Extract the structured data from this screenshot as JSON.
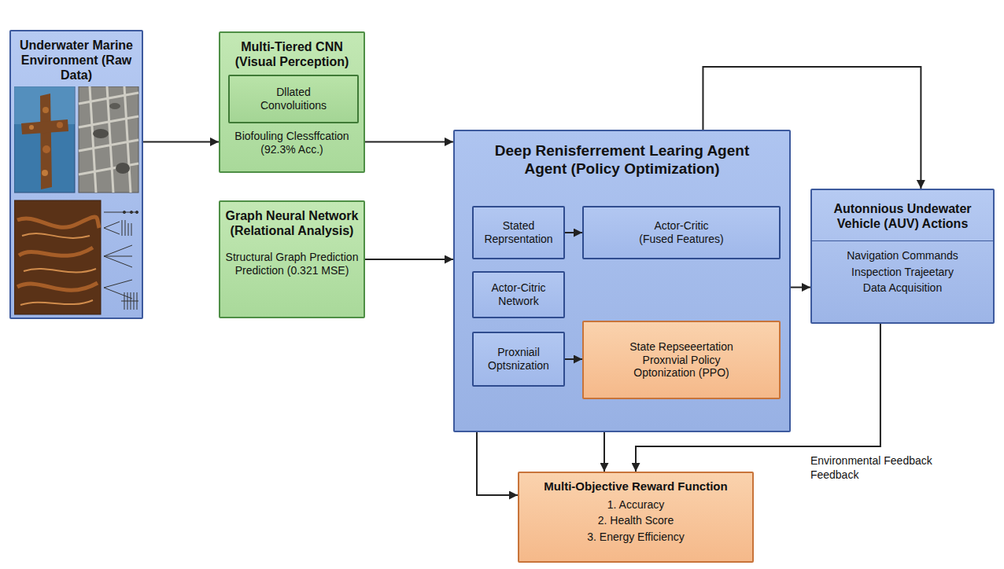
{
  "diagram": {
    "nodes": [
      {
        "text": [
          "Underwater Marine Environment (Raw Data)"
        ]
      },
      {
        "text": [
          "Multi-Tiered CNN (Visual Perception)",
          "Biofouling Clessffcation (92.3% Acc.)"
        ]
      },
      {
        "text": [
          "Dllated Convoluitions"
        ],
        "in": 1
      },
      {
        "text": [
          "Graph Neural Network (Relational Analysis)",
          "Structural Graph Prediction Prediction (0.321 MSE)"
        ]
      },
      {
        "text": [
          "Deep Renisferrement Learing Agent Agent (Policy Optimization)"
        ]
      },
      {
        "text": [
          "Stated Reprsentation"
        ],
        "in": 4
      },
      {
        "text": [
          "Actor-Citric Network"
        ],
        "in": 4
      },
      {
        "text": [
          "Proxniail Optsnization"
        ],
        "in": 4
      },
      {
        "text": [
          "Actor-Critic (Fused Features)"
        ],
        "in": 4
      },
      {
        "text": [
          "State Repseeertation Proxnvial Policy Optonization (PPO)"
        ],
        "in": 4
      },
      {
        "text": [
          "Autonnious Undewater Vehicle (AUV) Actions",
          "Navigation Commands",
          "Inspection Trajeetary",
          "Data Acquisition"
        ]
      },
      {
        "text": [
          "Multi-Objective Reward Function",
          "1. Accuracy",
          "2. Health Score",
          "3. Energy Efficiency"
        ]
      }
    ],
    "edges": [
      {
        "from": 0,
        "to": 1,
        "arrow": "to"
      },
      {
        "from": 1,
        "to": 4,
        "arrow": "to"
      },
      {
        "from": 3,
        "to": 4,
        "arrow": "to"
      },
      {
        "from": 5,
        "to": 8,
        "arrow": "to"
      },
      {
        "from": 7,
        "to": 9,
        "arrow": "to"
      },
      {
        "from": 4,
        "to": 10,
        "arrow": "to"
      },
      {
        "from": 4,
        "to": 10,
        "arrow": "to"
      },
      {
        "from": 4,
        "to": 11,
        "arrow": "to"
      },
      {
        "from": 4,
        "to": 11,
        "arrow": "to"
      },
      {
        "from": 10,
        "to": 11,
        "arrow": "to",
        "label": "Environmental Feedback Feedback"
      }
    ]
  }
}
